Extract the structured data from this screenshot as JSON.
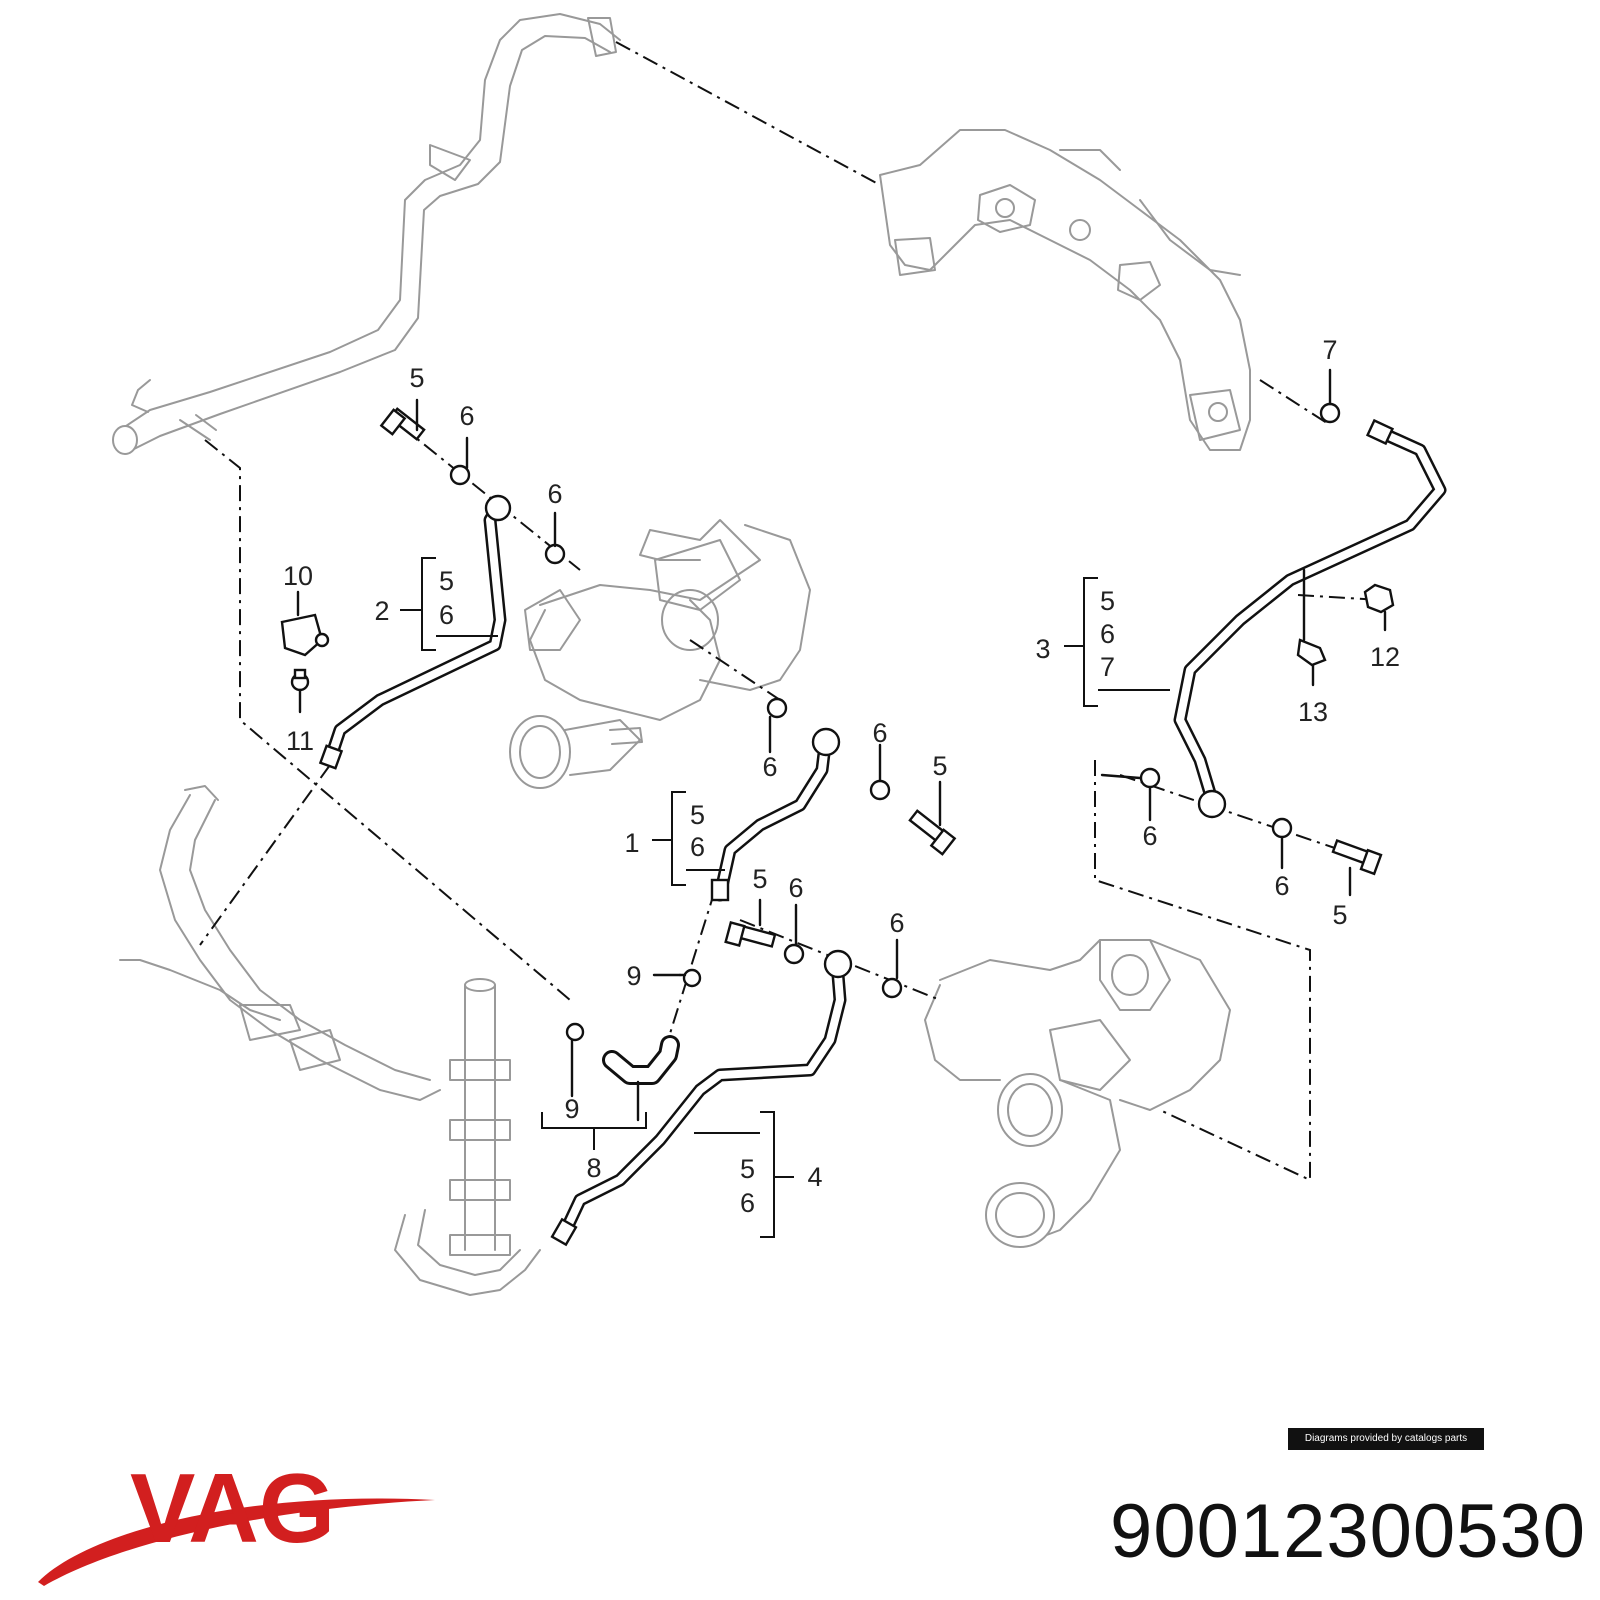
{
  "callouts": {
    "c1": "1",
    "c2": "2",
    "c3": "3",
    "c4": "4",
    "c5": "5",
    "c6": "6",
    "c7": "7",
    "c8": "8",
    "c9": "9",
    "c10": "10",
    "c11": "11",
    "c12": "12",
    "c13": "13"
  },
  "footer": {
    "credit": "Diagrams provided by catalogs parts",
    "brand": "VAG",
    "part_number": "90012300530",
    "brand_color": "#d21f1f"
  }
}
